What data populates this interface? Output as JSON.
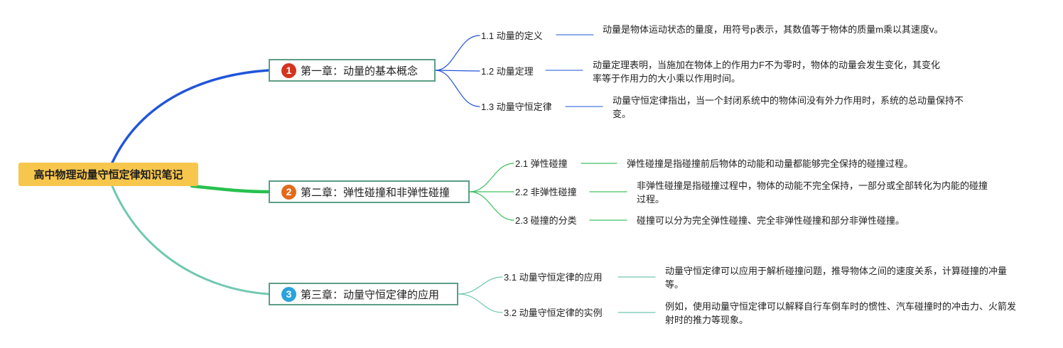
{
  "root": {
    "title": "高中物理动量守恒定律知识笔记"
  },
  "chapters": [
    {
      "number": "1",
      "badge_color": "#d4341f",
      "line_color": "#2155d9",
      "title": "第一章：动量的基本概念",
      "topics": [
        {
          "label": "1.1 动量的定义",
          "text": "动量是物体运动状态的量度，用符号p表示，其数值等于物体的质量m乘以其速度v。"
        },
        {
          "label": "1.2 动量定理",
          "text": "动量定理表明，当施加在物体上的作用力F不为零时，物体的动量会发生变化，其变化率等于作用力的大小乘以作用时间。"
        },
        {
          "label": "1.3 动量守恒定律",
          "text": "动量守恒定律指出，当一个封闭系统中的物体间没有外力作用时，系统的总动量保持不变。"
        }
      ]
    },
    {
      "number": "2",
      "badge_color": "#e26b1b",
      "line_color": "#27c14f",
      "title": "第二章：弹性碰撞和非弹性碰撞",
      "topics": [
        {
          "label": "2.1 弹性碰撞",
          "text": "弹性碰撞是指碰撞前后物体的动能和动量都能够完全保持的碰撞过程。"
        },
        {
          "label": "2.2 非弹性碰撞",
          "text": "非弹性碰撞是指碰撞过程中，物体的动能不完全保持，一部分或全部转化为内能的碰撞过程。"
        },
        {
          "label": "2.3 碰撞的分类",
          "text": "碰撞可以分为完全弹性碰撞、完全非弹性碰撞和部分非弹性碰撞。"
        }
      ]
    },
    {
      "number": "3",
      "badge_color": "#2aa3dc",
      "line_color": "#6fc8b0",
      "title": "第三章：动量守恒定律的应用",
      "topics": [
        {
          "label": "3.1 动量守恒定律的应用",
          "text": "动量守恒定律可以应用于解析碰撞问题，推导物体之间的速度关系，计算碰撞的冲量等。"
        },
        {
          "label": "3.2 动量守恒定律的实例",
          "text": "例如，使用动量守恒定律可以解释自行车倒车时的惯性、汽车碰撞时的冲击力、火箭发射时的推力等现象。"
        }
      ]
    }
  ]
}
